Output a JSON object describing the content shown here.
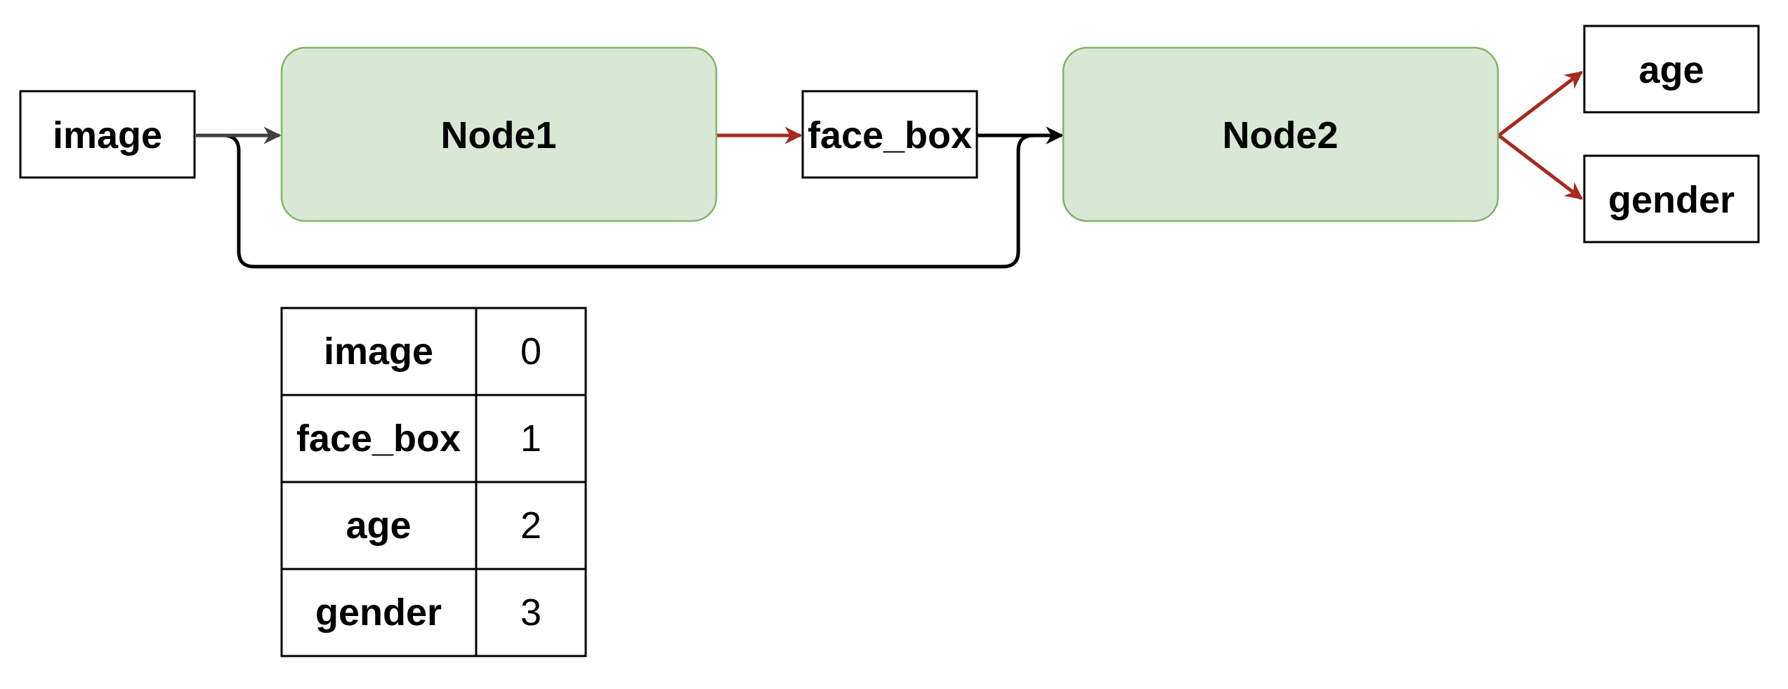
{
  "colors": {
    "node_fill": "#d9e8d5",
    "node_stroke": "#82b366",
    "edge_red": "#a52a1f",
    "edge_dark": "#404040",
    "edge_black": "#000000"
  },
  "diagram": {
    "inputs": {
      "image": "image"
    },
    "nodes": {
      "node1": "Node1",
      "node2": "Node2"
    },
    "intermediate": {
      "face_box": "face_box"
    },
    "outputs": {
      "age": "age",
      "gender": "gender"
    },
    "edges": [
      {
        "from": "image",
        "to": "Node1",
        "color": "edge_dark"
      },
      {
        "from": "Node1",
        "to": "face_box",
        "color": "edge_red"
      },
      {
        "from": "face_box",
        "to": "Node2",
        "color": "edge_black"
      },
      {
        "from": "image",
        "to": "Node2",
        "color": "edge_black"
      },
      {
        "from": "Node2",
        "to": "age",
        "color": "edge_red"
      },
      {
        "from": "Node2",
        "to": "gender",
        "color": "edge_red"
      }
    ]
  },
  "index_table": {
    "rows": [
      {
        "name": "image",
        "index": "0"
      },
      {
        "name": "face_box",
        "index": "1"
      },
      {
        "name": "age",
        "index": "2"
      },
      {
        "name": "gender",
        "index": "3"
      }
    ]
  }
}
